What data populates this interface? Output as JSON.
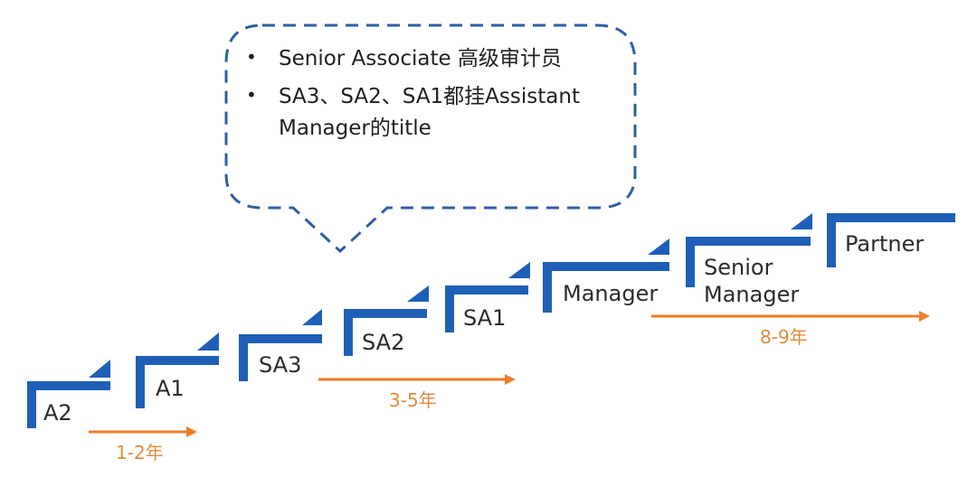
{
  "callout": {
    "items": [
      "Senior Associate 高级审计员",
      "SA3、SA2、SA1都挂Assistant Manager的title"
    ]
  },
  "levels": [
    {
      "id": "a2",
      "label": "A2"
    },
    {
      "id": "a1",
      "label": "A1"
    },
    {
      "id": "sa3",
      "label": "SA3"
    },
    {
      "id": "sa2",
      "label": "SA2"
    },
    {
      "id": "sa1",
      "label": "SA1"
    },
    {
      "id": "manager",
      "label": "Manager"
    },
    {
      "id": "senior-manager",
      "label": "Senior Manager"
    },
    {
      "id": "partner",
      "label": "Partner"
    }
  ],
  "durations": [
    {
      "id": "a-track",
      "label": "1-2年"
    },
    {
      "id": "sa-track",
      "label": "3-5年"
    },
    {
      "id": "senior-track",
      "label": "8-9年"
    }
  ],
  "colors": {
    "step_blue": "#1f5fb7",
    "arrow_orange": "#ec7e2b",
    "dash_blue": "#2f5da5"
  }
}
